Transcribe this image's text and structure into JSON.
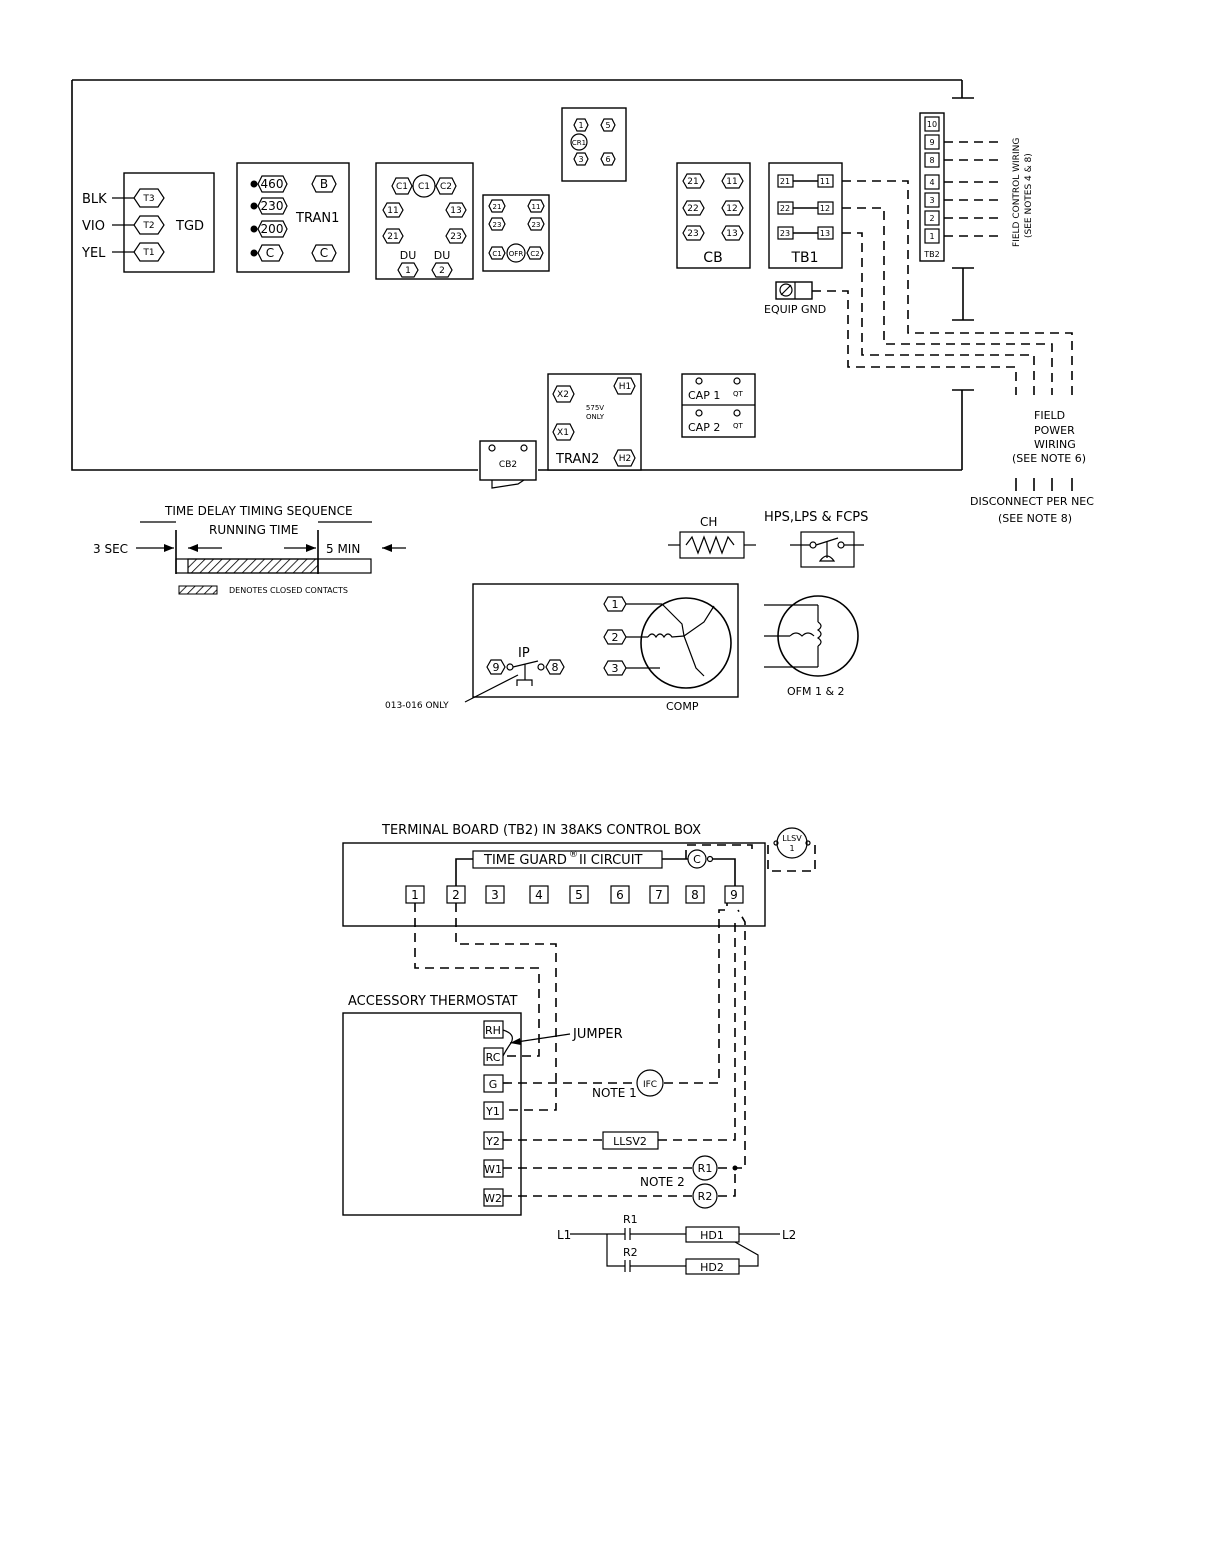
{
  "upper_panel": {
    "tgd": {
      "title": "TGD",
      "wires": [
        "BLK",
        "VIO",
        "YEL"
      ],
      "terminals": [
        "T3",
        "T2",
        "T1"
      ]
    },
    "tran1": {
      "title": "TRAN1",
      "taps": [
        "460",
        "230",
        "200",
        "C"
      ],
      "right": [
        "B",
        "C"
      ]
    },
    "du_block": {
      "terms": [
        "C1",
        "C1",
        "C2",
        "11",
        "13",
        "21",
        "23"
      ],
      "labels": [
        "DU",
        "DU"
      ],
      "nums": [
        "1",
        "2"
      ]
    },
    "cr1": {
      "label": "CR1",
      "terms": [
        "1",
        "5",
        "3",
        "6"
      ]
    },
    "ofr": {
      "label": "OFR",
      "terms": [
        "21",
        "11",
        "23",
        "23",
        "C1",
        "C2"
      ]
    },
    "cb": {
      "title": "CB",
      "terms": [
        "21",
        "11",
        "22",
        "12",
        "23",
        "13"
      ]
    },
    "tb1": {
      "title": "TB1",
      "terms": [
        "21",
        "11",
        "22",
        "12",
        "23",
        "13"
      ]
    },
    "tb2": {
      "title": "TB2",
      "terms": [
        "10",
        "9",
        "8",
        "4",
        "3",
        "2",
        "1"
      ]
    },
    "equip_gnd": "EQUIP GND",
    "field_control": [
      "FIELD CONTROL WIRING",
      "(SEE NOTES 4 & 8)"
    ],
    "field_power": [
      "FIELD",
      "POWER",
      "WIRING",
      "(SEE NOTE 6)"
    ],
    "disconnect": [
      "DISCONNECT PER NEC",
      "(SEE NOTE 8)"
    ],
    "tran2": {
      "title": "TRAN2",
      "terms": [
        "X2",
        "H1",
        "X1",
        "H2"
      ],
      "note": [
        "575V",
        "ONLY"
      ]
    },
    "caps": [
      "CAP 1",
      "CAP 2"
    ],
    "cap_sub": "QT",
    "cb2": "CB2"
  },
  "timing": {
    "title": "TIME DELAY TIMING SEQUENCE",
    "running": "RUNNING TIME",
    "left": "3 SEC",
    "right": "5 MIN",
    "legend": "DENOTES CLOSED CONTACTS"
  },
  "symbols": {
    "ch": "CH",
    "switches": "HPS,LPS & FCPS",
    "comp": "COMP",
    "comp_terms": [
      "1",
      "2",
      "3"
    ],
    "ip": "IP",
    "ip_terms": [
      "9",
      "8"
    ],
    "ip_note": "013-016 ONLY",
    "ofm": "OFM 1 & 2"
  },
  "lower": {
    "tb2_title": "TERMINAL BOARD (TB2) IN 38AKS CONTROL BOX",
    "timeguard": "TIME GUARD",
    "reg": "®",
    "timeguard_rest": "II CIRCUIT",
    "c": "C",
    "llsv1": [
      "LLSV",
      "1"
    ],
    "tb2_terms": [
      "1",
      "2",
      "3",
      "4",
      "5",
      "6",
      "7",
      "8",
      "9"
    ],
    "thermostat_title": "ACCESSORY THERMOSTAT",
    "thermostat_terms": [
      "RH",
      "RC",
      "G",
      "Y1",
      "Y2",
      "W1",
      "W2"
    ],
    "jumper": "JUMPER",
    "note1": "NOTE 1",
    "ifc": "IFC",
    "llsv2": "LLSV2",
    "r1": "R1",
    "r2": "R2",
    "note2": "NOTE 2",
    "l1": "L1",
    "l2": "L2",
    "hd1": "HD1",
    "hd2": "HD2"
  }
}
